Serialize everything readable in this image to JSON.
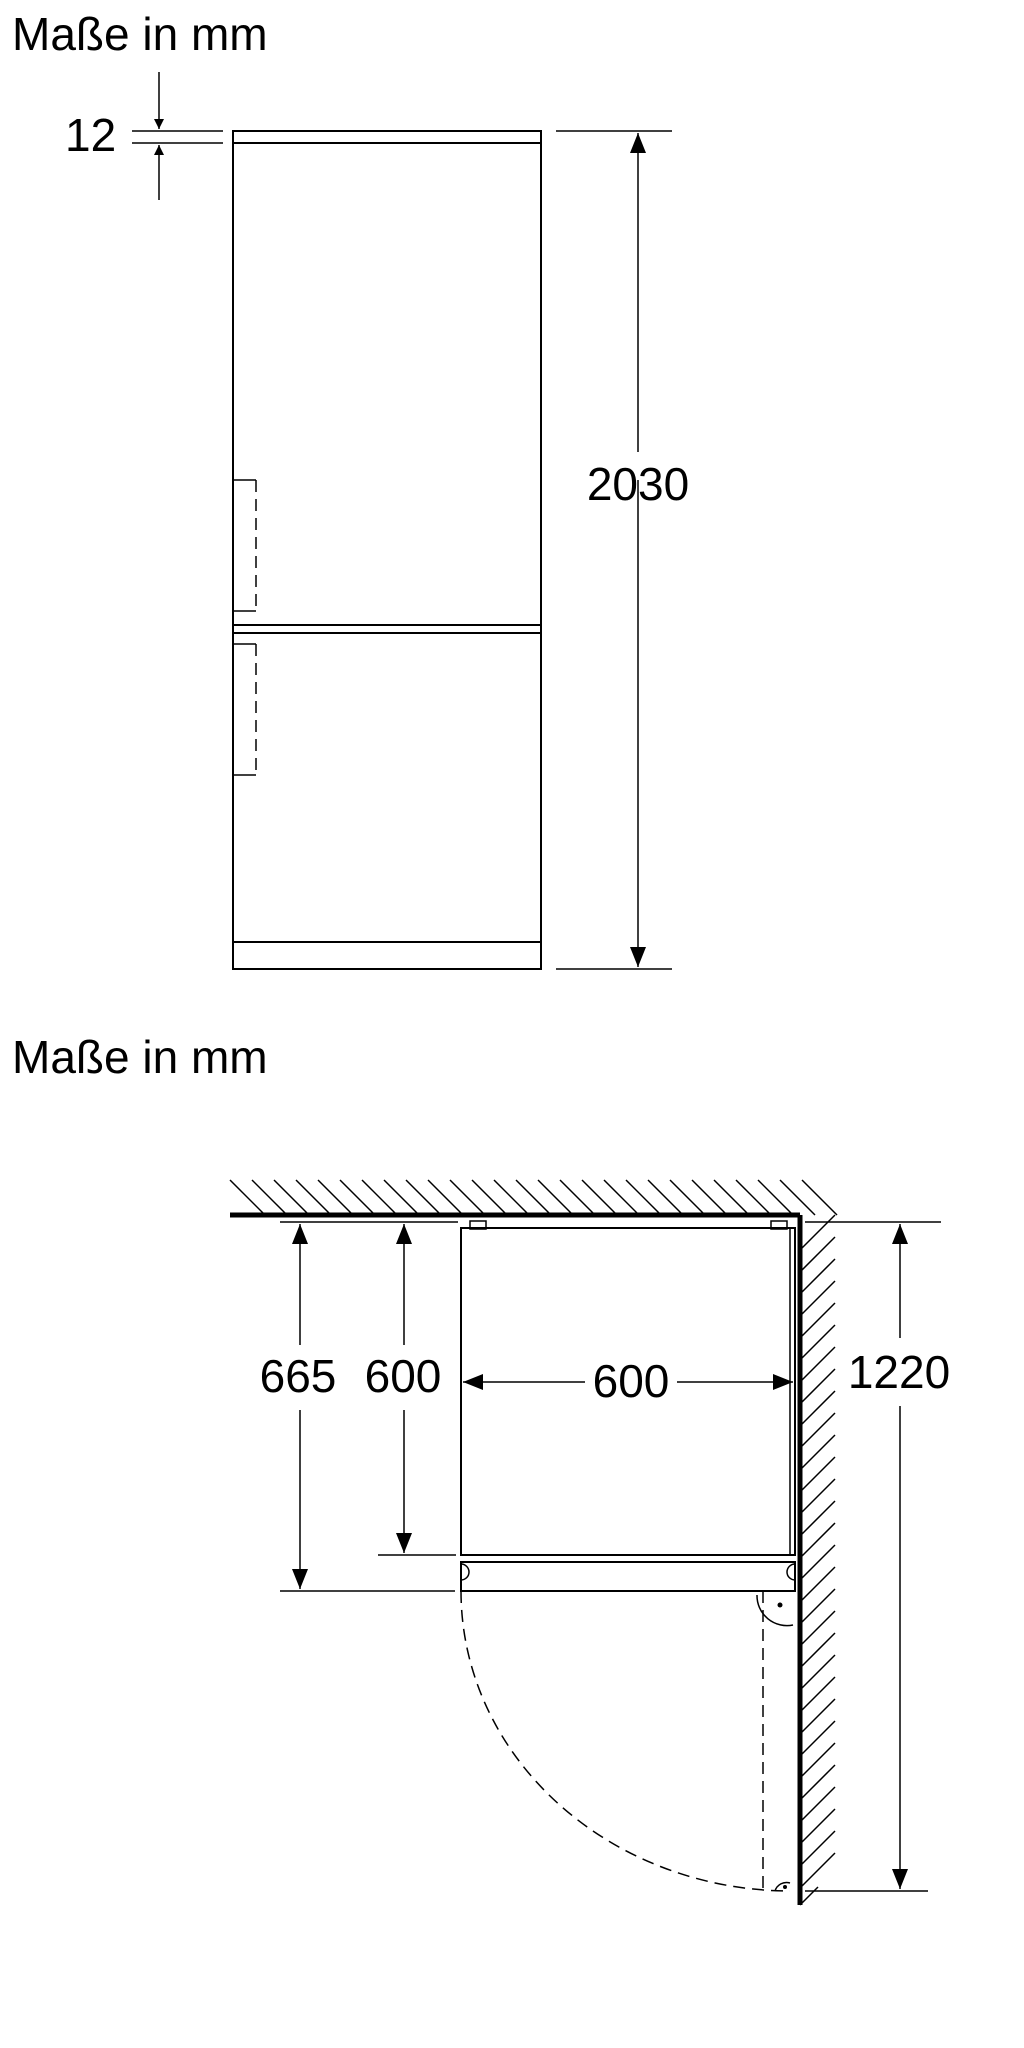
{
  "front_view": {
    "title": "Maße in mm",
    "dim_top_gap": "12",
    "dim_height": "2030"
  },
  "plan_view": {
    "title": "Maße in mm",
    "dim_depth_with_door": "665",
    "dim_depth_body": "600",
    "dim_width": "600",
    "dim_door_swing": "1220"
  }
}
